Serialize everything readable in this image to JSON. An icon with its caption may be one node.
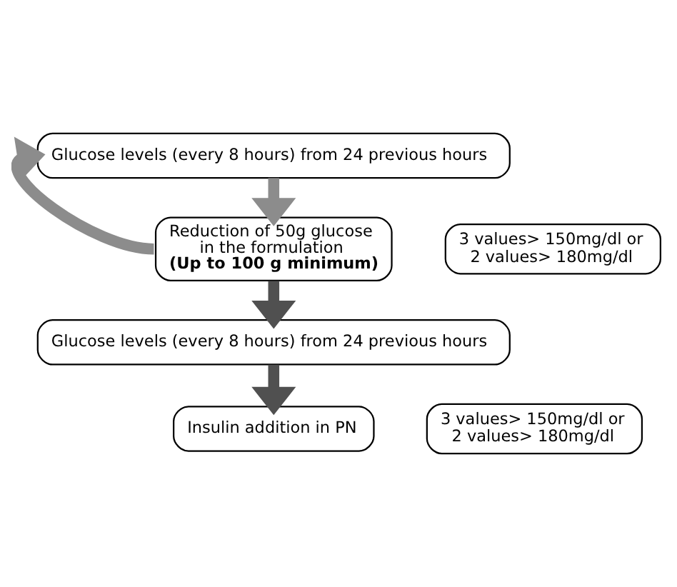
{
  "diagram": {
    "nodes": [
      {
        "text": [
          "Glucose levels (every 8 hours) from 24 previous hours"
        ]
      },
      {
        "text": [
          "3 values> 150mg/dl or 2 values> 180mg/dl"
        ]
      },
      {
        "text": [
          "Reduction of 50g glucose in the formulation",
          "(Up to 100 g minimum)"
        ]
      },
      {
        "text": [
          "Glucose levels (every 8 hours) from 24 previous hours"
        ]
      },
      {
        "text": [
          "3 values> 150mg/dl or 2 values> 180mg/dl"
        ]
      },
      {
        "text": [
          "Insulin addition in PN"
        ]
      }
    ],
    "edges": [
      {
        "from": 0,
        "to": 2,
        "arrow": "to",
        "color": "#8c8c8c"
      },
      {
        "from": 2,
        "to": 0,
        "arrow": "to",
        "color": "#8c8c8c"
      },
      {
        "from": 2,
        "to": 3,
        "arrow": "to",
        "color": "#505050"
      },
      {
        "from": 3,
        "to": 5,
        "arrow": "to",
        "color": "#505050"
      }
    ]
  }
}
